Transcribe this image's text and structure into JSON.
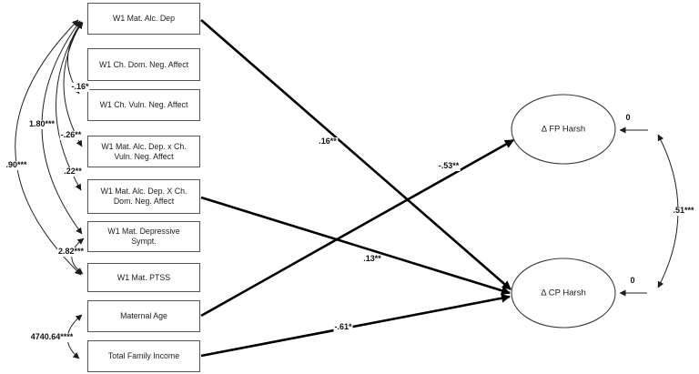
{
  "figure": {
    "type": "structural-equation-path-diagram",
    "predictors": [
      {
        "label": "W1 Mat. Alc. Dep"
      },
      {
        "label": "W1 Ch. Dom. Neg. Affect"
      },
      {
        "label": "W1 Ch. Vuln. Neg. Affect"
      },
      {
        "label": "W1 Mat. Alc. Dep. x Ch. Vuln. Neg. Affect"
      },
      {
        "label": "W1 Mat. Alc. Dep. X Ch. Dom. Neg. Affect"
      },
      {
        "label": "W1 Mat. Depressive Sympt."
      },
      {
        "label": "W1 Mat. PTSS"
      },
      {
        "label": "Maternal Age"
      },
      {
        "label": "Total Family Income"
      }
    ],
    "outcomes": [
      {
        "label": "Δ FP Harsh",
        "intercept_label": "0"
      },
      {
        "label": "Δ CP Harsh",
        "intercept_label": "0"
      }
    ],
    "paths": [
      {
        "from": "W1 Mat. Alc. Dep",
        "to": "Δ CP Harsh",
        "coef": ".16**"
      },
      {
        "from": "Maternal Age",
        "to": "Δ FP Harsh",
        "coef": "-.53**"
      },
      {
        "from": "W1 Mat. Alc. Dep. X Ch. Dom. Neg. Affect",
        "to": "Δ CP Harsh",
        "coef": ".13**"
      },
      {
        "from": "Total Family Income",
        "to": "Δ CP Harsh",
        "coef": "-.61*"
      }
    ],
    "covariances": [
      {
        "between": [
          "W1 Mat. Alc. Dep",
          "W1 Ch. Vuln. Neg. Affect"
        ],
        "value": "-.16*"
      },
      {
        "between": [
          "W1 Mat. Alc. Dep",
          "W1 Mat. Alc. Dep. x Ch. Vuln. Neg. Affect"
        ],
        "value": "-.26**"
      },
      {
        "between": [
          "W1 Mat. Alc. Dep",
          "W1 Mat. Alc. Dep. X Ch. Dom. Neg. Affect"
        ],
        "value": ".22**"
      },
      {
        "between": [
          "W1 Mat. Alc. Dep",
          "W1 Mat. Depressive Sympt."
        ],
        "value": "1.80***"
      },
      {
        "between": [
          "W1 Mat. Alc. Dep",
          "W1 Mat. PTSS"
        ],
        "value": ".90***"
      },
      {
        "between": [
          "W1 Mat. Depressive Sympt.",
          "W1 Mat. PTSS"
        ],
        "value": "2.82***"
      },
      {
        "between": [
          "Maternal Age",
          "Total Family Income"
        ],
        "value": "4740.64****"
      },
      {
        "between": [
          "Δ FP Harsh residual",
          "Δ CP Harsh residual"
        ],
        "value": ".51***"
      }
    ],
    "colors": {
      "line": "#000000",
      "box_border": "#545454",
      "text": "#1c1c1c",
      "background": "#ffffff"
    }
  }
}
